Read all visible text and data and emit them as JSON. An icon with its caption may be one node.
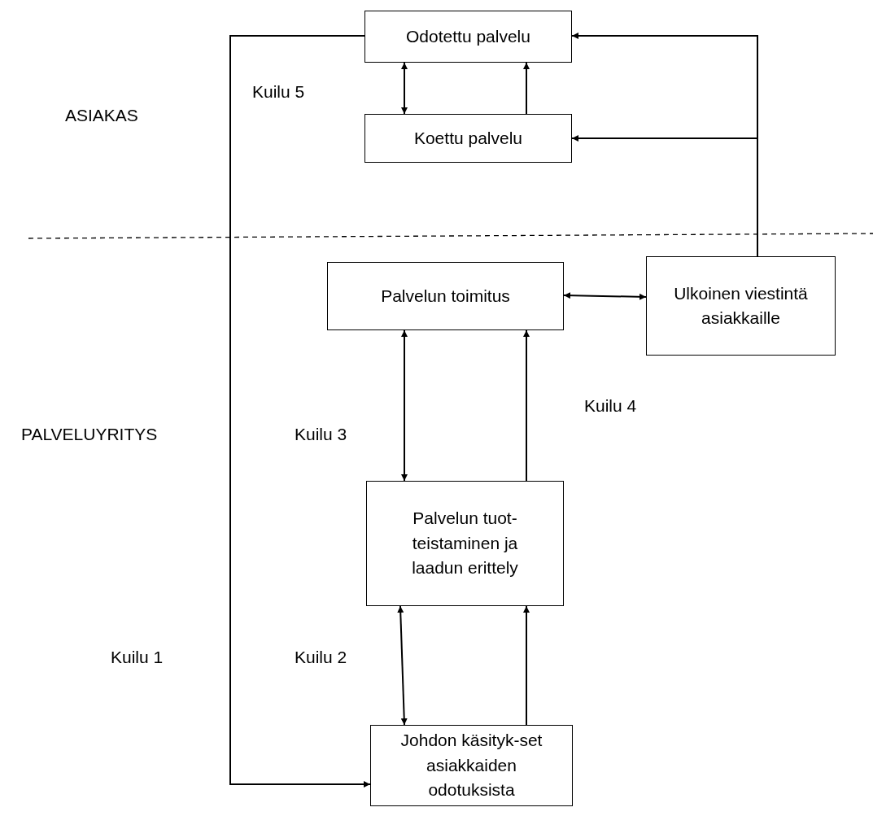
{
  "diagram": {
    "nodes": [
      {
        "text": [
          "Odotettu palvelu"
        ]
      },
      {
        "text": [
          "Koettu palvelu"
        ]
      },
      {
        "text": [
          "Palvelun toimitus"
        ]
      },
      {
        "text": [
          "Ulkoinen viestintä asiakkaille"
        ]
      },
      {
        "text": [
          "Palvelun tuot-teistaminen ja laadun erittely"
        ]
      },
      {
        "text": [
          "Johdon käsityk-set asiakkaiden odotuksista"
        ]
      }
    ],
    "edges": [
      {
        "from": 0,
        "to": 5,
        "arrow": "to"
      },
      {
        "from": 0,
        "to": 1,
        "arrow": "both"
      },
      {
        "from": 1,
        "to": 0,
        "arrow": "to"
      },
      {
        "from": 3,
        "to": 0,
        "arrow": "to"
      },
      {
        "from": 3,
        "to": 1,
        "arrow": "to"
      },
      {
        "from": 2,
        "to": 3,
        "arrow": "both"
      },
      {
        "from": 2,
        "to": 4,
        "arrow": "both"
      },
      {
        "from": 4,
        "to": 2,
        "arrow": "to"
      },
      {
        "from": 4,
        "to": 5,
        "arrow": "both"
      },
      {
        "from": 5,
        "to": 4,
        "arrow": "to"
      }
    ],
    "labels": [
      "ASIAKAS",
      "Kuilu 5",
      "PALVELUYRITYS",
      "Kuilu 3",
      "Kuilu 4",
      "Kuilu 1",
      "Kuilu 2"
    ]
  }
}
